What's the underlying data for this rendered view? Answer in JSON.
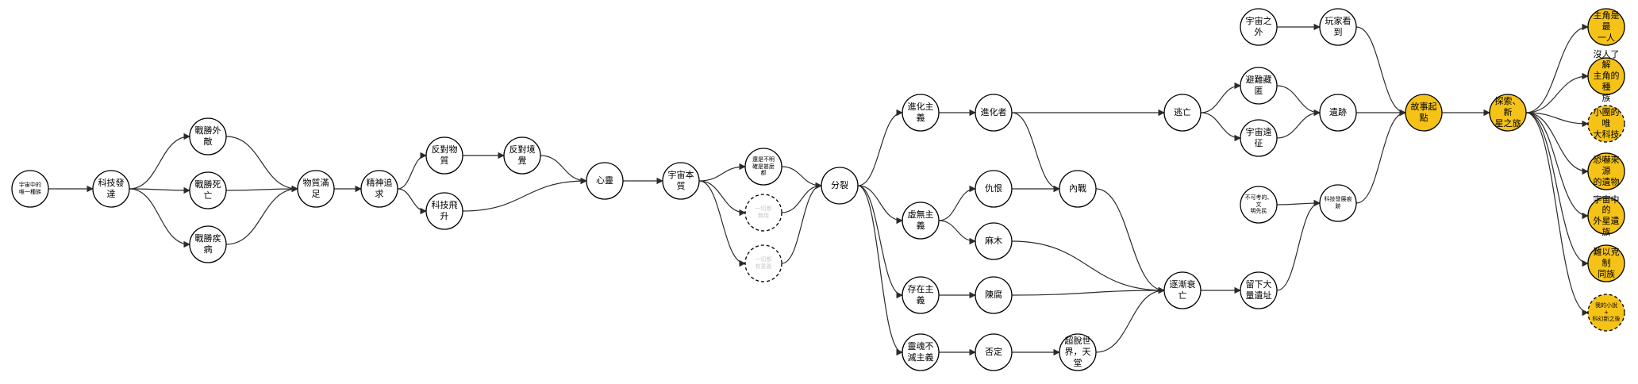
{
  "nodes": [
    {
      "id": "n_universe_only",
      "label": "宇宙中的\n唯一種族",
      "style": "normal",
      "size": "s"
    },
    {
      "id": "n_tech_dev",
      "label": "科技發\n達",
      "style": "normal",
      "size": "m"
    },
    {
      "id": "n_defeat_aliens",
      "label": "戰勝外\n敵",
      "style": "normal",
      "size": "m"
    },
    {
      "id": "n_defeat_death",
      "label": "戰勝死\n亡",
      "style": "normal",
      "size": "m"
    },
    {
      "id": "n_defeat_disease",
      "label": "戰勝疾\n病",
      "style": "normal",
      "size": "m"
    },
    {
      "id": "n_material",
      "label": "物質滿\n足",
      "style": "normal",
      "size": "m"
    },
    {
      "id": "n_spiritual",
      "label": "精神追\n求",
      "style": "normal",
      "size": "m"
    },
    {
      "id": "n_anti_material",
      "label": "反對物\n質",
      "style": "normal",
      "size": "m"
    },
    {
      "id": "n_anti_env",
      "label": "反對境\n覺",
      "style": "normal",
      "size": "m"
    },
    {
      "id": "n_tech_up",
      "label": "科技飛\n升",
      "style": "normal",
      "size": "m"
    },
    {
      "id": "n_mind",
      "label": "心靈",
      "style": "normal",
      "size": "m"
    },
    {
      "id": "n_essence",
      "label": "宇宙本\n質",
      "style": "normal",
      "size": "m"
    },
    {
      "id": "n_undecided",
      "label": "還是不明\n確是甚麼\n都",
      "style": "normal",
      "size": "s"
    },
    {
      "id": "n_all_meaningless",
      "label": "一切都\n無用",
      "style": "faded",
      "size": "s"
    },
    {
      "id": "n_all_meaning",
      "label": "一切都\n有意義",
      "style": "faded",
      "size": "s"
    },
    {
      "id": "n_split",
      "label": "分裂",
      "style": "normal",
      "size": "m"
    },
    {
      "id": "n_evolution",
      "label": "進化主\n義",
      "style": "normal",
      "size": "m"
    },
    {
      "id": "n_evolver",
      "label": "進化者",
      "style": "normal",
      "size": "m"
    },
    {
      "id": "n_decadence",
      "label": "虛無主\n義",
      "style": "normal",
      "size": "m"
    },
    {
      "id": "n_hatred",
      "label": "仇恨",
      "style": "normal",
      "size": "m"
    },
    {
      "id": "n_numb",
      "label": "麻木",
      "style": "normal",
      "size": "m"
    },
    {
      "id": "n_civil_war",
      "label": "內戰",
      "style": "normal",
      "size": "m"
    },
    {
      "id": "n_existence",
      "label": "存在主\n義",
      "style": "normal",
      "size": "m"
    },
    {
      "id": "n_loyal",
      "label": "陳腐",
      "style": "normal",
      "size": "m"
    },
    {
      "id": "n_nihilism",
      "label": "靈魂不\n滅主義",
      "style": "normal",
      "size": "m"
    },
    {
      "id": "n_deny",
      "label": "否定",
      "style": "normal",
      "size": "m"
    },
    {
      "id": "n_transcend",
      "label": "超脫世\n界，天\n堂",
      "style": "normal",
      "size": "m"
    },
    {
      "id": "n_extinct",
      "label": "逐漸衰\n亡",
      "style": "normal",
      "size": "m"
    },
    {
      "id": "n_escape",
      "label": "逃亡",
      "style": "normal",
      "size": "m"
    },
    {
      "id": "n_avoid",
      "label": "避難藏匿",
      "style": "normal",
      "size": "m"
    },
    {
      "id": "n_seek_space",
      "label": "宇宙遠征",
      "style": "normal",
      "size": "m"
    },
    {
      "id": "n_leave_legacy",
      "label": "留下大\n量遺址",
      "style": "normal",
      "size": "m"
    },
    {
      "id": "n_unknown_civ",
      "label": "不可考的、文\n明先民",
      "style": "normal",
      "size": "s"
    },
    {
      "id": "n_tech_trace",
      "label": "科技發展痕跡",
      "style": "normal",
      "size": "s"
    },
    {
      "id": "n_beyond",
      "label": "宇宙之\n外",
      "style": "normal",
      "size": "m"
    },
    {
      "id": "n_player_see",
      "label": "玩家看\n到",
      "style": "normal",
      "size": "m"
    },
    {
      "id": "n_ruins",
      "label": "遺跡",
      "style": "normal",
      "size": "m"
    },
    {
      "id": "n_story_start",
      "label": "故事起點",
      "style": "gold",
      "size": "m"
    },
    {
      "id": "n_explore",
      "label": "探索、新\n星之旅",
      "style": "gold",
      "size": "m"
    },
    {
      "id": "n_out1",
      "label": "主角是最\n一人",
      "style": "gold",
      "size": "m"
    },
    {
      "id": "n_out2",
      "label": "沒人了解\n主角的種\n族",
      "style": "gold",
      "size": "m"
    },
    {
      "id": "n_out3",
      "label": "小團的唯\n大科技",
      "style": "gold-dashed",
      "size": "m"
    },
    {
      "id": "n_out4",
      "label": "恐嚇來源\n的遺物",
      "style": "gold",
      "size": "m"
    },
    {
      "id": "n_out5",
      "label": "宇宙中的\n外星遺族",
      "style": "gold",
      "size": "m"
    },
    {
      "id": "n_out6",
      "label": "難以克制\n同族",
      "style": "gold",
      "size": "m"
    },
    {
      "id": "n_out7",
      "label": "我的小說\n+\n科幻新之後",
      "style": "gold-dashed",
      "size": "s"
    }
  ],
  "edges": [
    {
      "from": "n_universe_only",
      "to": "n_tech_dev"
    },
    {
      "from": "n_tech_dev",
      "to": "n_defeat_aliens"
    },
    {
      "from": "n_tech_dev",
      "to": "n_defeat_death"
    },
    {
      "from": "n_tech_dev",
      "to": "n_defeat_disease"
    },
    {
      "from": "n_defeat_aliens",
      "to": "n_material"
    },
    {
      "from": "n_defeat_death",
      "to": "n_material"
    },
    {
      "from": "n_defeat_disease",
      "to": "n_material"
    },
    {
      "from": "n_material",
      "to": "n_spiritual"
    },
    {
      "from": "n_spiritual",
      "to": "n_anti_material"
    },
    {
      "from": "n_spiritual",
      "to": "n_tech_up"
    },
    {
      "from": "n_anti_material",
      "to": "n_anti_env"
    },
    {
      "from": "n_anti_env",
      "to": "n_mind"
    },
    {
      "from": "n_tech_up",
      "to": "n_mind"
    },
    {
      "from": "n_mind",
      "to": "n_essence"
    },
    {
      "from": "n_essence",
      "to": "n_undecided"
    },
    {
      "from": "n_essence",
      "to": "n_all_meaningless"
    },
    {
      "from": "n_essence",
      "to": "n_all_meaning"
    },
    {
      "from": "n_undecided",
      "to": "n_split"
    },
    {
      "from": "n_all_meaningless",
      "to": "n_split"
    },
    {
      "from": "n_all_meaning",
      "to": "n_split"
    },
    {
      "from": "n_split",
      "to": "n_evolution"
    },
    {
      "from": "n_split",
      "to": "n_decadence"
    },
    {
      "from": "n_split",
      "to": "n_existence"
    },
    {
      "from": "n_split",
      "to": "n_nihilism"
    },
    {
      "from": "n_evolution",
      "to": "n_evolver"
    },
    {
      "from": "n_evolver",
      "to": "n_escape"
    },
    {
      "from": "n_evolver",
      "to": "n_civil_war"
    },
    {
      "from": "n_decadence",
      "to": "n_hatred"
    },
    {
      "from": "n_decadence",
      "to": "n_numb"
    },
    {
      "from": "n_hatred",
      "to": "n_civil_war"
    },
    {
      "from": "n_civil_war",
      "to": "n_extinct"
    },
    {
      "from": "n_numb",
      "to": "n_extinct"
    },
    {
      "from": "n_existence",
      "to": "n_loyal"
    },
    {
      "from": "n_loyal",
      "to": "n_extinct"
    },
    {
      "from": "n_nihilism",
      "to": "n_deny"
    },
    {
      "from": "n_deny",
      "to": "n_transcend"
    },
    {
      "from": "n_transcend",
      "to": "n_extinct"
    },
    {
      "from": "n_extinct",
      "to": "n_leave_legacy"
    },
    {
      "from": "n_escape",
      "to": "n_avoid"
    },
    {
      "from": "n_escape",
      "to": "n_seek_space"
    },
    {
      "from": "n_avoid",
      "to": "n_ruins"
    },
    {
      "from": "n_seek_space",
      "to": "n_ruins"
    },
    {
      "from": "n_leave_legacy",
      "to": "n_tech_trace"
    },
    {
      "from": "n_unknown_civ",
      "to": "n_tech_trace"
    },
    {
      "from": "n_tech_trace",
      "to": "n_story_start"
    },
    {
      "from": "n_beyond",
      "to": "n_player_see"
    },
    {
      "from": "n_player_see",
      "to": "n_story_start"
    },
    {
      "from": "n_ruins",
      "to": "n_story_start"
    },
    {
      "from": "n_story_start",
      "to": "n_explore"
    },
    {
      "from": "n_explore",
      "to": "n_out1"
    },
    {
      "from": "n_explore",
      "to": "n_out2"
    },
    {
      "from": "n_explore",
      "to": "n_out3"
    },
    {
      "from": "n_explore",
      "to": "n_out4"
    },
    {
      "from": "n_explore",
      "to": "n_out5"
    },
    {
      "from": "n_explore",
      "to": "n_out6"
    },
    {
      "from": "n_explore",
      "to": "n_out7"
    }
  ],
  "colors": {
    "gold_fill": "#F5C217",
    "node_fill": "#FFFFFF",
    "stroke": "#000000",
    "faded_stroke": "#CFCFCF",
    "faded_text": "#C8C8C8",
    "edge": "#2B2B2B"
  }
}
